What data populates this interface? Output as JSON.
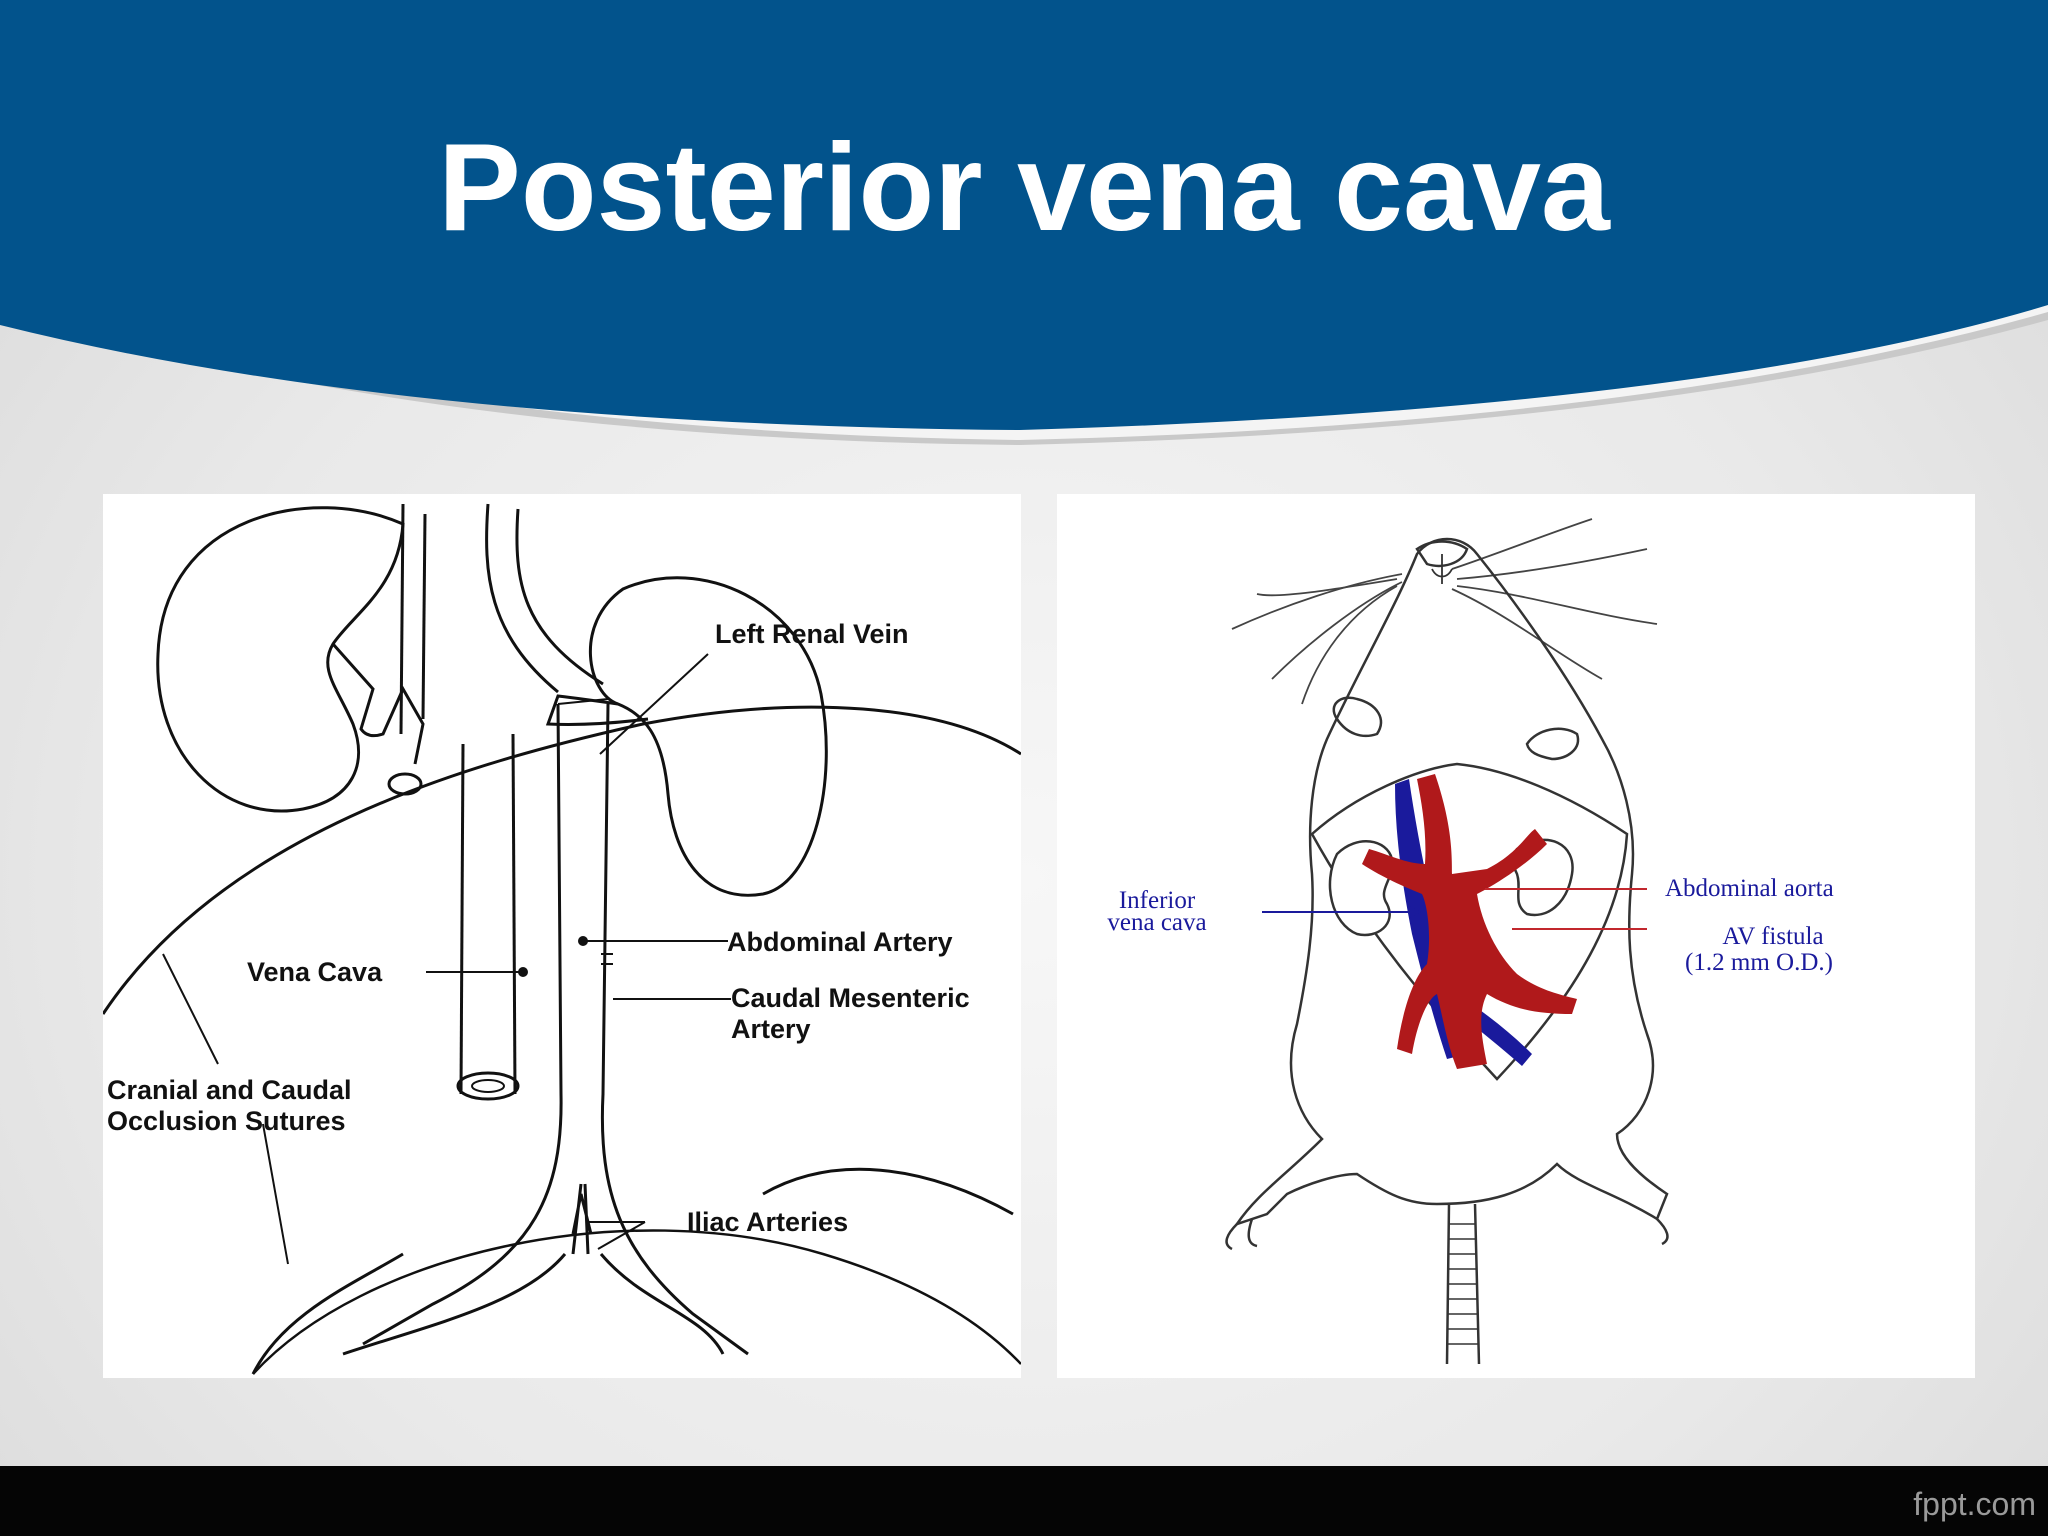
{
  "slide": {
    "title": "Posterior vena cava",
    "colors": {
      "header_blue": "#02538c",
      "footer_black": "#050505",
      "artery_red": "#b0191b",
      "vein_blue": "#1a1a9c"
    }
  },
  "left_diagram": {
    "labels": {
      "left_renal_vein": "Left Renal Vein",
      "abdominal_artery": "Abdominal Artery",
      "vena_cava": "Vena Cava",
      "caudal_mesenteric_line1": "Caudal Mesenteric",
      "caudal_mesenteric_line2": "Artery",
      "occlusion_line1": "Cranial and Caudal",
      "occlusion_line2": "Occlusion Sutures",
      "iliac_arteries": "Iliac Arteries"
    }
  },
  "right_diagram": {
    "labels": {
      "inferior_vena_cava_line1": "Inferior",
      "inferior_vena_cava_line2": "vena cava",
      "abdominal_aorta": "Abdominal aorta",
      "av_fistula_line1": "AV fistula",
      "av_fistula_line2": "(1.2 mm O.D.)"
    }
  },
  "footer": {
    "brand": "fppt.com"
  }
}
